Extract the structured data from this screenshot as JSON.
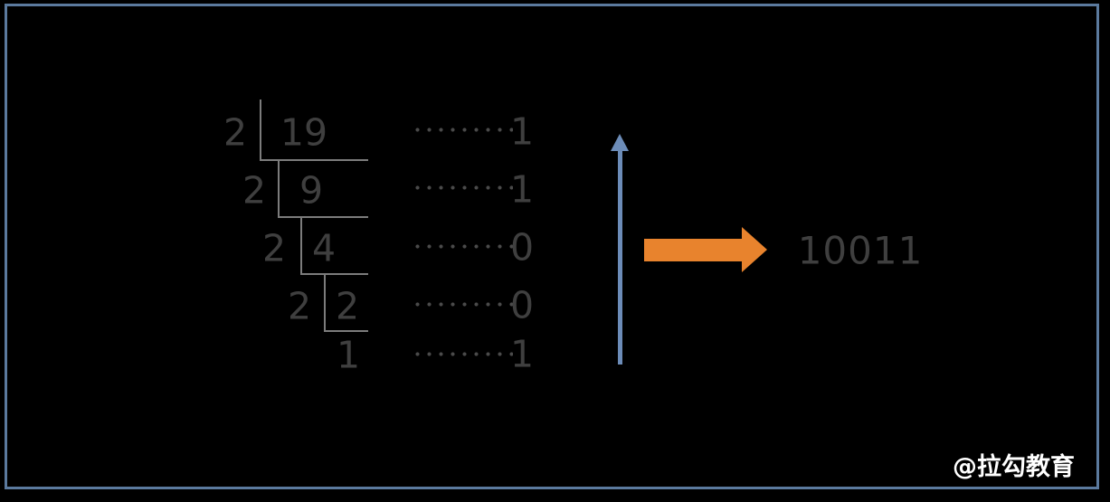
{
  "title": "decimal-to-binary division ladder",
  "ladder": {
    "rows": [
      {
        "divisor": "2",
        "dividend": "19",
        "remainder": "1"
      },
      {
        "divisor": "2",
        "dividend": "9",
        "remainder": "1"
      },
      {
        "divisor": "2",
        "dividend": "4",
        "remainder": "0"
      },
      {
        "divisor": "2",
        "dividend": "2",
        "remainder": "0"
      },
      {
        "dividend": "1",
        "remainder": "1"
      }
    ]
  },
  "result": {
    "value": "10011"
  },
  "watermark": {
    "text": "@拉勾教育"
  },
  "icons": {
    "up_arrow": "read-remainders-upward-arrow",
    "right_arrow": "result-pointer-arrow"
  },
  "colors": {
    "background": "#000000",
    "border": "#5b7a9e",
    "digits": "#3f3f3f",
    "lines": "#7c7c7c",
    "dots": "#4a4a4a",
    "up_arrow": "#6c8cb8",
    "right_arrow": "#e8832d",
    "watermark": "#ffffff"
  }
}
